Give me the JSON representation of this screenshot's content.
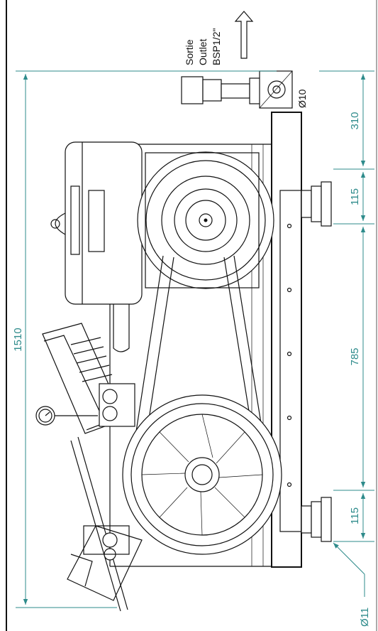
{
  "colors": {
    "dimension": "#2e8b8b",
    "line": "#111111",
    "background": "#ffffff"
  },
  "dimensions": {
    "overall_height": "1510",
    "top_offset": "310",
    "foot_upper": "115",
    "foot_spacing": "785",
    "foot_lower": "115",
    "hole_diameter": "Ø11",
    "outlet_diameter": "Ø10"
  },
  "outlet": {
    "label_fr": "Sortie",
    "label_en": "Outlet",
    "thread": "BSP1/2\"",
    "arrow": "up-arrow-icon"
  }
}
